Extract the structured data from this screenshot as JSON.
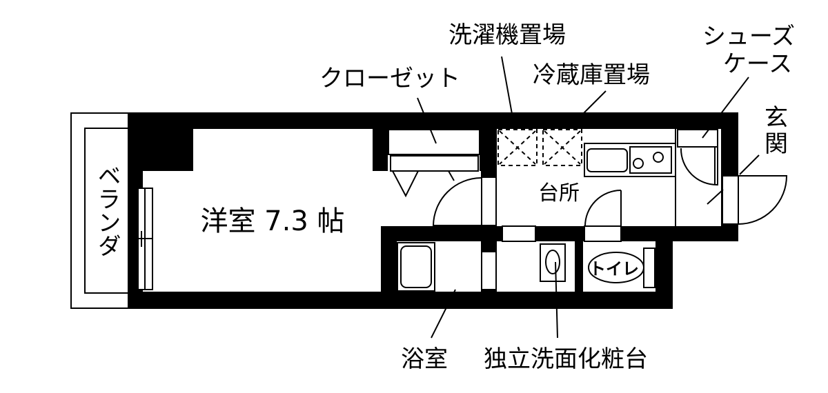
{
  "colors": {
    "wall": "#000000",
    "background": "#ffffff"
  },
  "rooms": {
    "western_room": "洋室 7.3 帖",
    "kitchen": "台所",
    "toilet": "トイレ",
    "balcony": "ベランダ"
  },
  "callouts": {
    "washing_machine": "洗濯機置場",
    "fridge": "冷蔵庫置場",
    "closet": "クローゼット",
    "shoe_case_line1": "シューズ",
    "shoe_case_line2": "ケース",
    "entrance_line1": "玄",
    "entrance_line2": "関",
    "bathroom": "浴室",
    "vanity": "独立洗面化粧台"
  }
}
